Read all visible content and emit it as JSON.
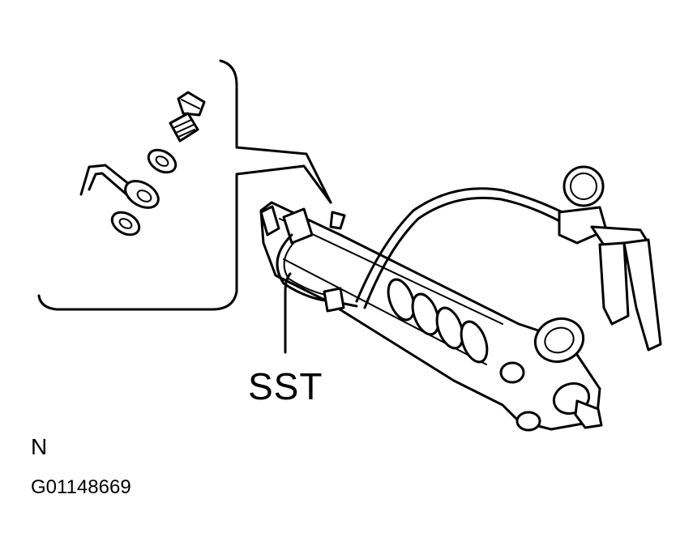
{
  "labels": {
    "sst": "SST",
    "orientation": "N",
    "figure_id": "G01148669"
  },
  "colors": {
    "ink": "#000000",
    "background": "#ffffff"
  }
}
